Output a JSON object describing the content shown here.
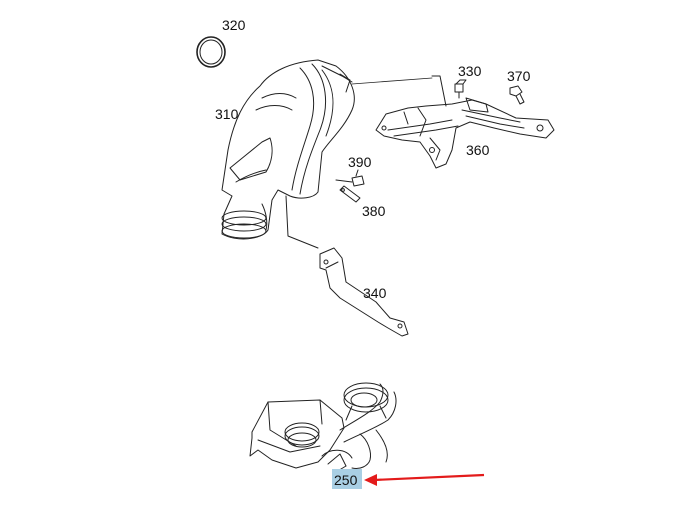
{
  "callouts": {
    "p320": "320",
    "p330": "330",
    "p370": "370",
    "p310": "310",
    "p390": "390",
    "p360": "360",
    "p380": "380",
    "p340": "340",
    "p250": "250"
  },
  "highlight": {
    "part": "250",
    "box_color": "#a9cfe4",
    "arrow_color": "#e31b1b"
  }
}
